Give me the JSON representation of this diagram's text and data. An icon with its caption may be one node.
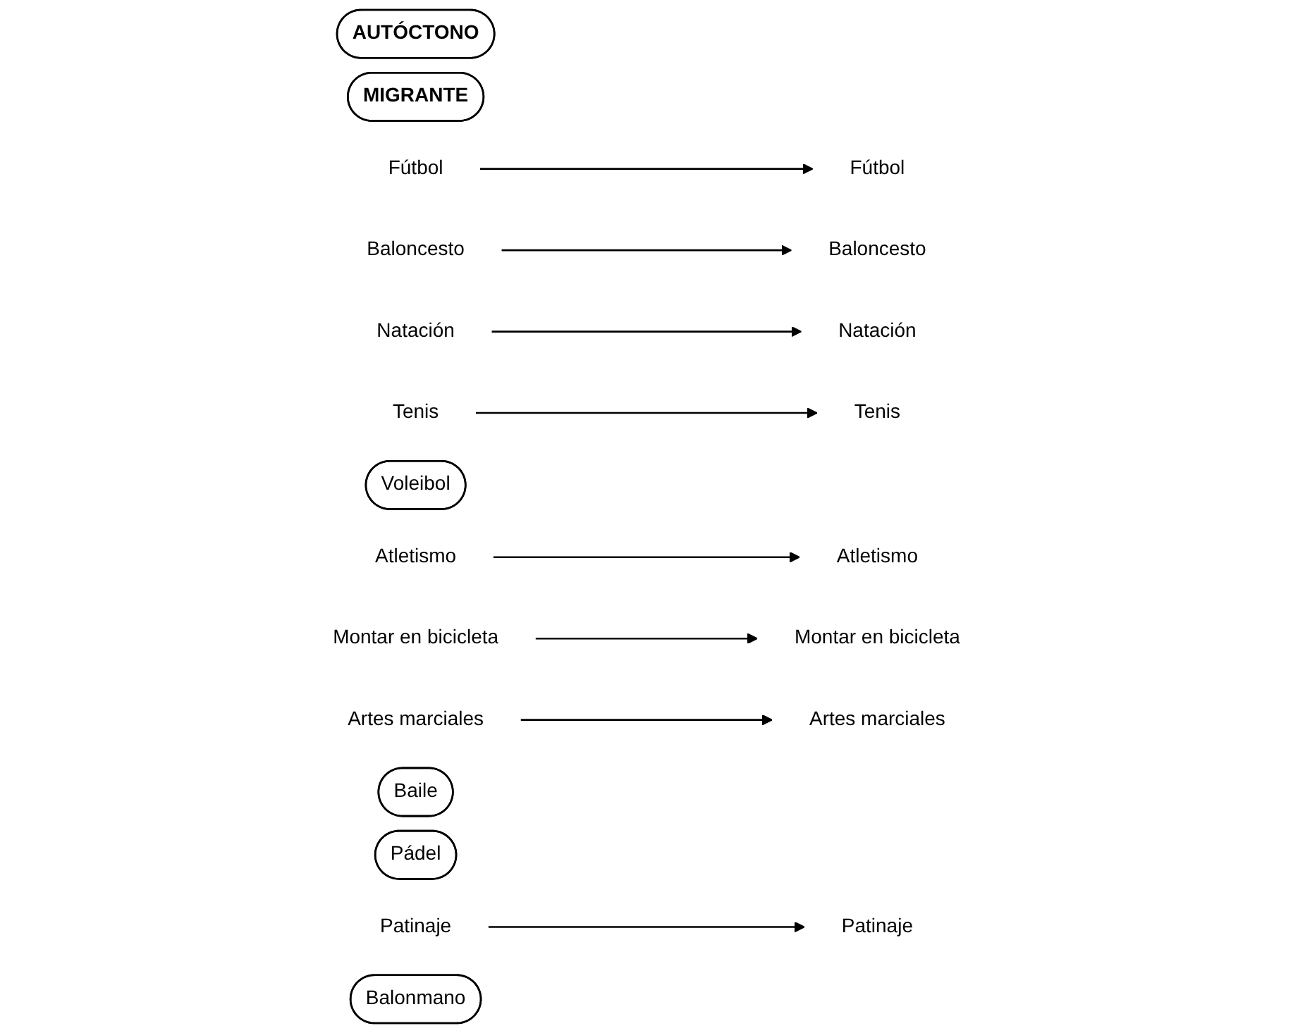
{
  "diagram": {
    "nodes": [
      {
        "text": [
          "AUTÓCTONO"
        ]
      },
      {
        "text": [
          "MIGRANTE"
        ]
      },
      {
        "text": [
          "Fútbol"
        ]
      },
      {
        "text": [
          "Fútbol"
        ]
      },
      {
        "text": [
          "Baloncesto"
        ]
      },
      {
        "text": [
          "Baloncesto"
        ]
      },
      {
        "text": [
          "Natación"
        ]
      },
      {
        "text": [
          "Atletismo"
        ]
      },
      {
        "text": [
          "Tenis"
        ]
      },
      {
        "text": [
          "Voleibol"
        ]
      },
      {
        "text": [
          "Atletismo"
        ]
      },
      {
        "text": [
          "Natación"
        ]
      },
      {
        "text": [
          "Montar en bicicleta"
        ]
      },
      {
        "text": [
          "Artes marciales"
        ]
      },
      {
        "text": [
          "Artes marciales"
        ]
      },
      {
        "text": [
          "Tenis"
        ]
      },
      {
        "text": [
          "Baile"
        ]
      },
      {
        "text": [
          "Montar en bicicleta"
        ]
      },
      {
        "text": [
          "Pádel"
        ]
      },
      {
        "text": [
          "Patinaje"
        ]
      },
      {
        "text": [
          "Patinaje"
        ]
      },
      {
        "text": [
          "Balonmano"
        ]
      }
    ],
    "edges": [
      {
        "from": 2,
        "to": 3,
        "arrow": "to"
      },
      {
        "from": 4,
        "to": 5,
        "arrow": "to"
      },
      {
        "from": 6,
        "to": 11,
        "arrow": "to"
      },
      {
        "from": 8,
        "to": 15,
        "arrow": "to"
      },
      {
        "from": 10,
        "to": 7,
        "arrow": "to"
      },
      {
        "from": 12,
        "to": 17,
        "arrow": "to"
      },
      {
        "from": 14,
        "to": 13,
        "arrow": "to"
      },
      {
        "from": 20,
        "to": 19,
        "arrow": "to"
      }
    ]
  }
}
